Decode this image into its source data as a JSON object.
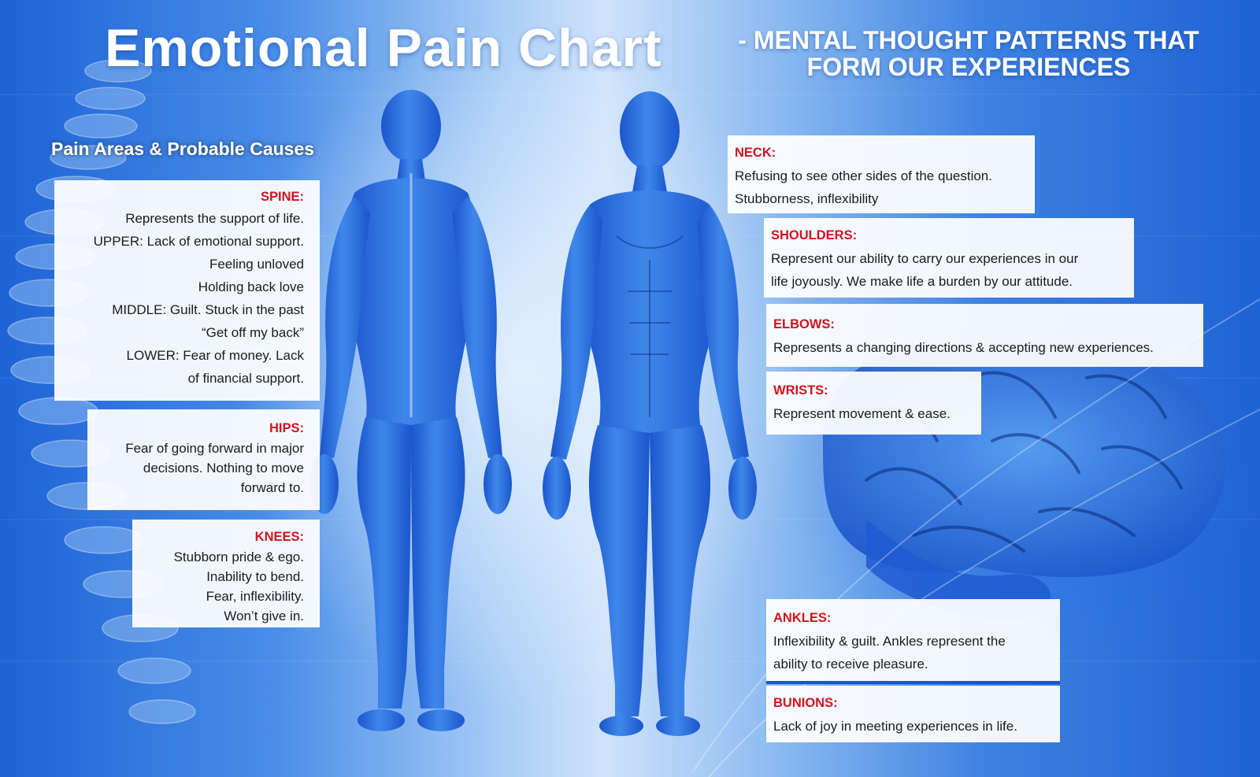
{
  "title": "Emotional Pain Chart",
  "subtitle": {
    "line1": "- MENTAL THOUGHT PATTERNS THAT",
    "line2": "FORM OUR EXPERIENCES"
  },
  "section_title": "Pain Areas & Probable Causes",
  "colors": {
    "heading_red": "#d0141e",
    "panel_bg": "#ffffff",
    "body_blue": "#1f63d5",
    "title_white": "#ffffff"
  },
  "left_panels": {
    "spine": {
      "heading": "SPINE:",
      "lines": [
        "Represents the support of life.",
        "UPPER: Lack of emotional support.",
        "Feeling unloved",
        "Holding back love",
        "MIDDLE: Guilt. Stuck in the past",
        "“Get off my back”",
        "LOWER: Fear of money. Lack",
        "of financial support."
      ]
    },
    "hips": {
      "heading": "HIPS:",
      "lines": [
        "Fear of going forward in major",
        "decisions. Nothing to move",
        "forward to."
      ]
    },
    "knees": {
      "heading": "KNEES:",
      "lines": [
        "Stubborn pride & ego.",
        "Inability to bend.",
        "Fear, inflexibility.",
        "Won’t give in."
      ]
    }
  },
  "right_panels": {
    "neck": {
      "heading": "NECK:",
      "lines": [
        "Refusing to see other sides of the question.",
        "Stubborness, inflexibility"
      ]
    },
    "shoulders": {
      "heading": "SHOULDERS:",
      "lines": [
        "Represent our ability to carry our experiences in our",
        "life joyously. We make life a burden by our attitude."
      ]
    },
    "elbows": {
      "heading": "ELBOWS:",
      "lines": [
        "Represents a changing directions & accepting new experiences."
      ]
    },
    "wrists": {
      "heading": "WRISTS:",
      "lines": [
        "Represent movement & ease."
      ]
    },
    "ankles": {
      "heading": "ANKLES:",
      "lines": [
        "Inflexibility & guilt. Ankles represent the",
        "ability to receive pleasure."
      ]
    },
    "bunions": {
      "heading": "BUNIONS:",
      "lines": [
        "Lack of joy in meeting experiences in life."
      ]
    }
  }
}
